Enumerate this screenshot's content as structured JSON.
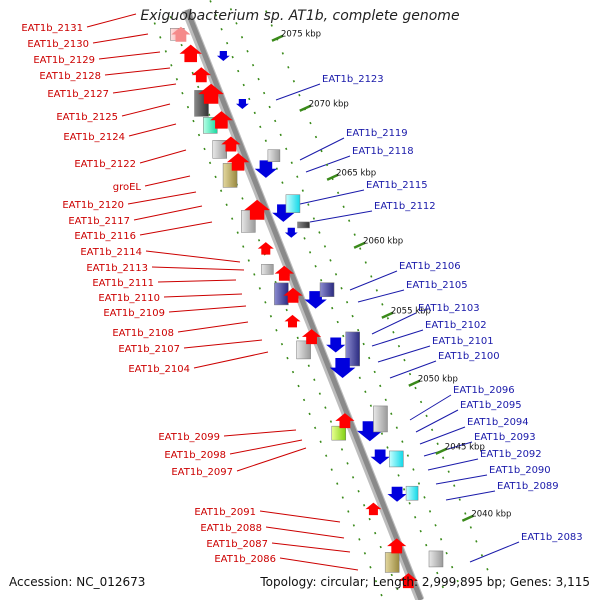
{
  "title": "Exiguobacterium sp. AT1b, complete genome",
  "footer": {
    "accession": "Accession: NC_012673",
    "topology": "Topology: circular; Length: 2,999,895 bp; Genes: 3,115"
  },
  "colors": {
    "forward": "#ff0000",
    "reverse": "#0000dd",
    "forward_label": "#cc0000",
    "reverse_label": "#1a1aaa",
    "ruler": "#3a8a1a",
    "backbone": "#8a8a8a"
  },
  "ruler_ticks": [
    "2075 kbp",
    "2070 kbp",
    "2065 kbp",
    "2060 kbp",
    "2055 kbp",
    "2050 kbp",
    "2045 kbp",
    "2040 kbp"
  ],
  "left_labels": [
    "EAT1b_2131",
    "EAT1b_2130",
    "EAT1b_2129",
    "EAT1b_2128",
    "EAT1b_2127",
    "EAT1b_2125",
    "EAT1b_2124",
    "EAT1b_2122",
    "groEL",
    "EAT1b_2120",
    "EAT1b_2117",
    "EAT1b_2116",
    "EAT1b_2114",
    "EAT1b_2113",
    "EAT1b_2111",
    "EAT1b_2110",
    "EAT1b_2109",
    "EAT1b_2108",
    "EAT1b_2107",
    "EAT1b_2104",
    "EAT1b_2099",
    "EAT1b_2098",
    "EAT1b_2097",
    "EAT1b_2091",
    "EAT1b_2088",
    "EAT1b_2087",
    "EAT1b_2086"
  ],
  "right_labels": [
    "EAT1b_2123",
    "EAT1b_2119",
    "EAT1b_2118",
    "EAT1b_2115",
    "EAT1b_2112",
    "EAT1b_2106",
    "EAT1b_2105",
    "EAT1b_2103",
    "EAT1b_2102",
    "EAT1b_2101",
    "EAT1b_2100",
    "EAT1b_2096",
    "EAT1b_2095",
    "EAT1b_2094",
    "EAT1b_2093",
    "EAT1b_2092",
    "EAT1b_2090",
    "EAT1b_2089",
    "EAT1b_2083"
  ]
}
